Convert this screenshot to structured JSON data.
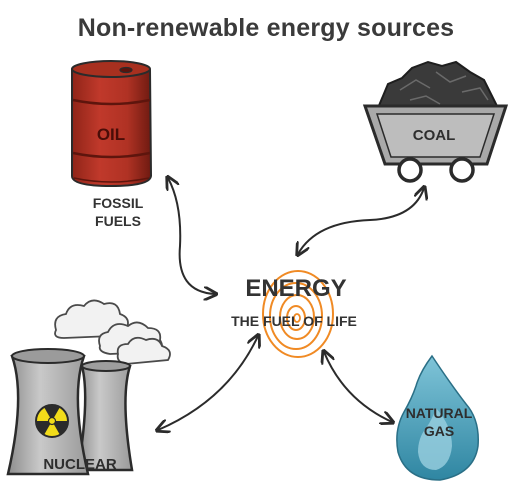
{
  "title": "Non-renewable energy sources",
  "center": {
    "heading": "ENERGY",
    "subheading": "THE FUEL OF LIFE"
  },
  "nodes": {
    "oil": {
      "barrel_label": "OIL",
      "caption_line1": "FOSSIL",
      "caption_line2": "FUELS"
    },
    "coal": {
      "label": "COAL"
    },
    "nuclear": {
      "label": "NUCLEAR"
    },
    "gas": {
      "label_line1": "NATURAL",
      "label_line2": "GAS"
    }
  },
  "colors": {
    "text": "#333333",
    "barrel": "#c0392b",
    "barrel_dark": "#7d1f16",
    "coal_cart": "#a9a9a9",
    "coal": "#3b3b3b",
    "tower": "#b8b8b8",
    "radiation": "#f2dc1a",
    "flame": "#3f9fb9",
    "spiral": "#f08a24"
  }
}
